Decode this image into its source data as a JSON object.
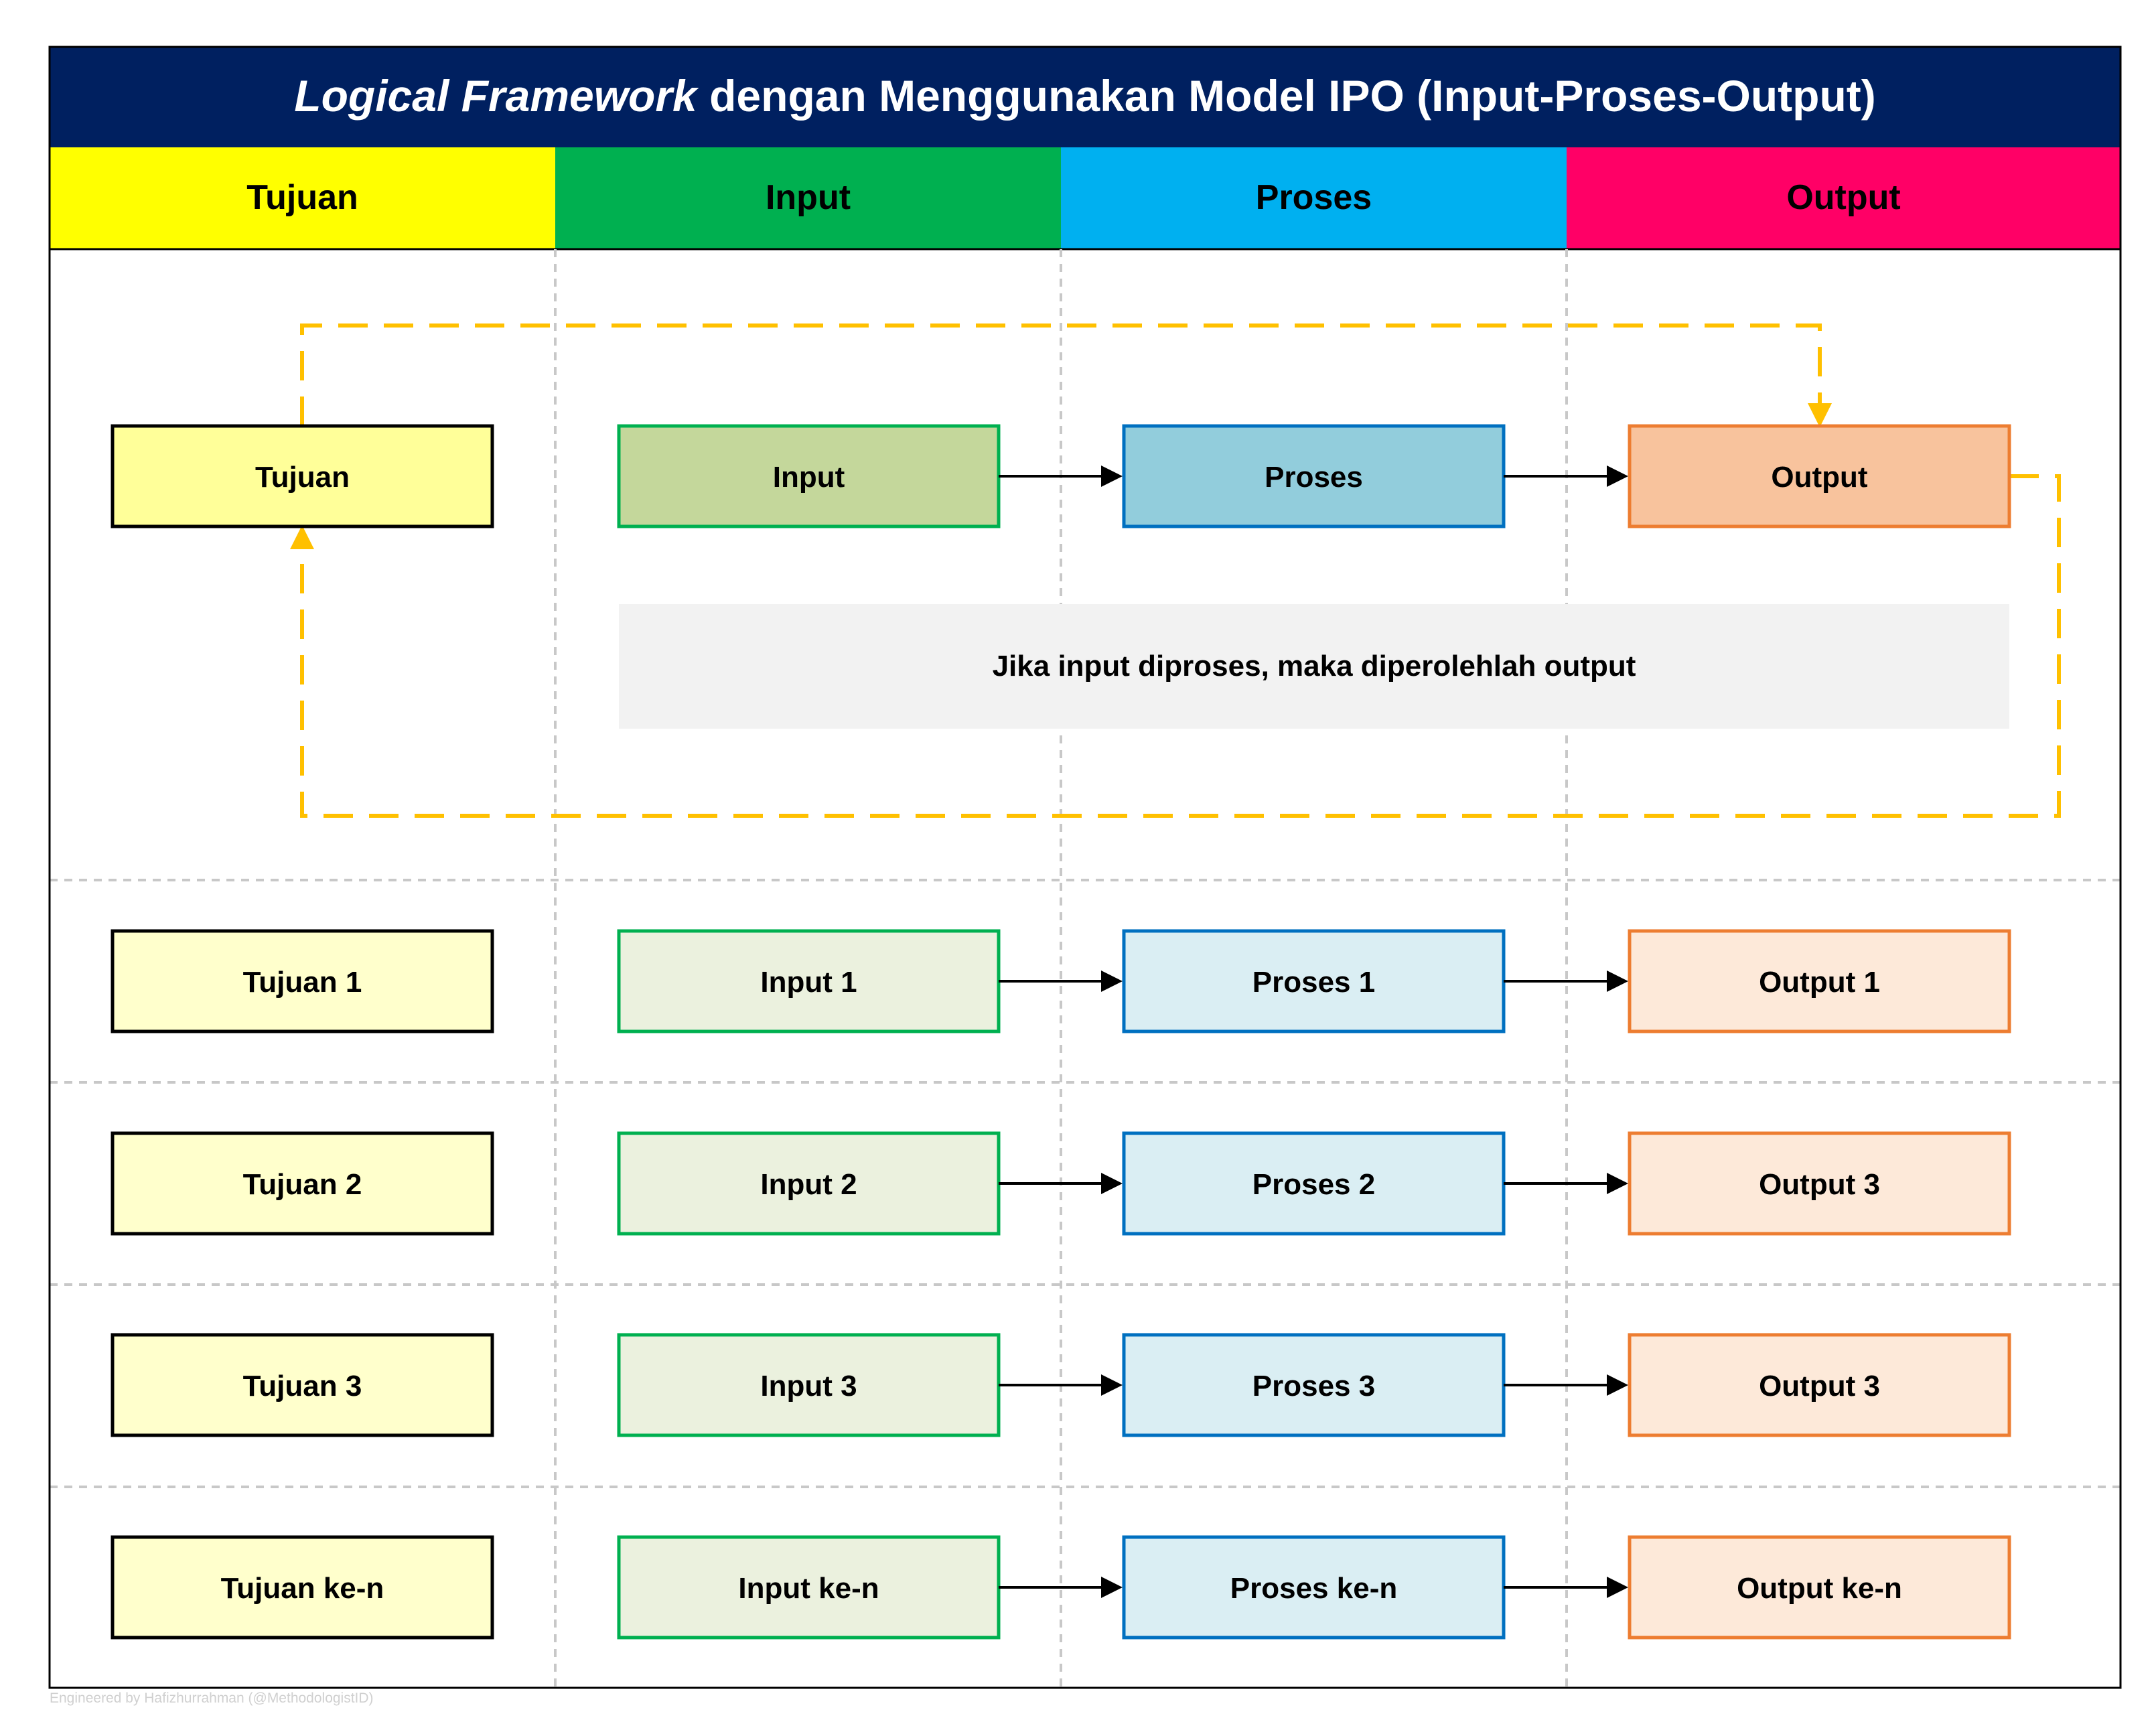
{
  "title": {
    "italic": "Logical Framework",
    "rest": " dengan Menggunakan Model IPO (Input-Proses-Output)"
  },
  "columns": [
    {
      "label": "Tujuan",
      "color": "#FFFF00"
    },
    {
      "label": "Input",
      "color": "#00B050"
    },
    {
      "label": "Proses",
      "color": "#00B0F0"
    },
    {
      "label": "Output",
      "color": "#FF0066"
    }
  ],
  "model_row": {
    "tujuan": "Tujuan",
    "input": "Input",
    "proses": "Proses",
    "output": "Output"
  },
  "statement": "Jika input diproses, maka diperolehlah output",
  "rows": [
    {
      "tujuan": "Tujuan 1",
      "input": "Input 1",
      "proses": "Proses 1",
      "output": "Output 1"
    },
    {
      "tujuan": "Tujuan 2",
      "input": "Input 2",
      "proses": "Proses 2",
      "output": "Output 3"
    },
    {
      "tujuan": "Tujuan 3",
      "input": "Input 3",
      "proses": "Proses 3",
      "output": "Output 3"
    },
    {
      "tujuan": "Tujuan ke-n",
      "input": "Input ke-n",
      "proses": "Proses ke-n",
      "output": "Output ke-n"
    }
  ],
  "colors": {
    "title_bg": "#002060",
    "feedback": "#FFC000",
    "model_fills": [
      "#FFFF99",
      "#C4D79B",
      "#92CDDC",
      "#F8C39D"
    ],
    "model_strokes": [
      "#000000",
      "#00B050",
      "#0070C0",
      "#ED7D31"
    ],
    "row_fills": [
      "#FFFFCC",
      "#EBF1DE",
      "#DAEEF3",
      "#FDE9D9"
    ],
    "row_strokes": [
      "#000000",
      "#00B050",
      "#0070C0",
      "#ED7D31"
    ]
  },
  "credit": "Engineered by Hafizhurrahman (@MethodologistID)"
}
